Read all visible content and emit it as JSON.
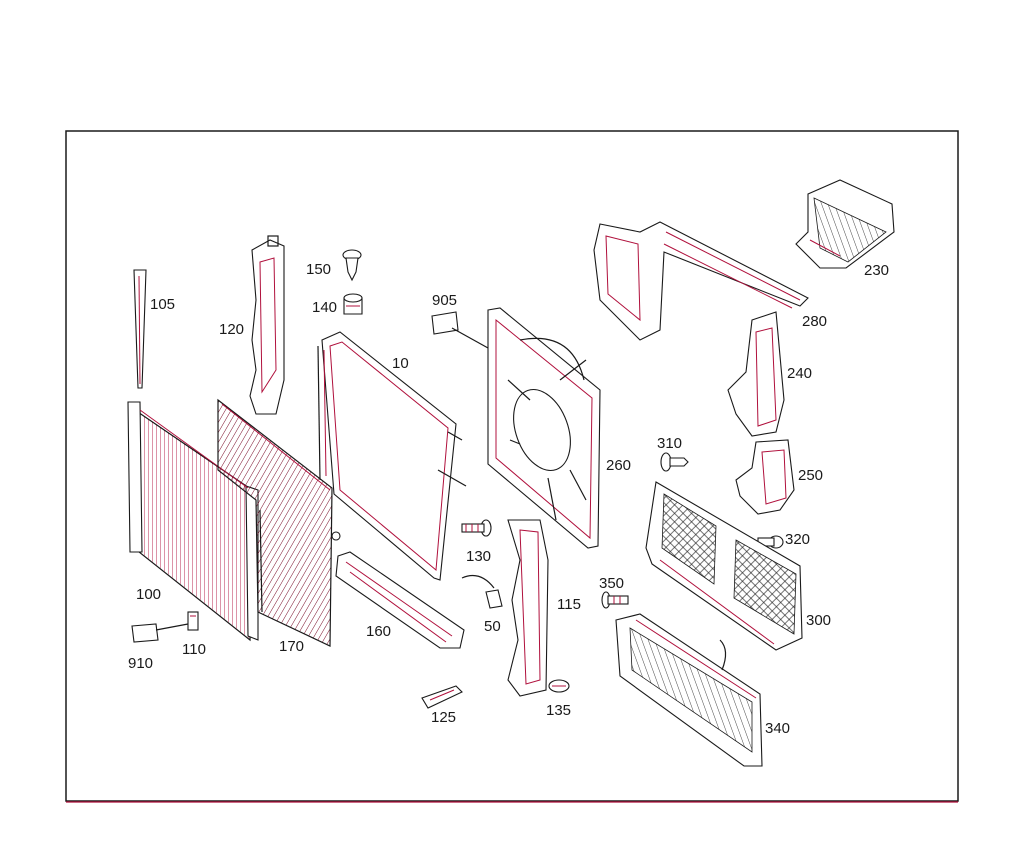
{
  "colors": {
    "outline": "#1a1a1a",
    "accent": "#b0103c",
    "background": "#ffffff"
  },
  "labels": {
    "p10": "10",
    "p50": "50",
    "p100": "100",
    "p105": "105",
    "p110": "110",
    "p115": "115",
    "p120": "120",
    "p125": "125",
    "p130": "130",
    "p135": "135",
    "p140": "140",
    "p150": "150",
    "p160": "160",
    "p170": "170",
    "p230": "230",
    "p240": "240",
    "p250": "250",
    "p260": "260",
    "p280": "280",
    "p300": "300",
    "p310": "310",
    "p320": "320",
    "p340": "340",
    "p350": "350",
    "p905": "905",
    "p910": "910"
  }
}
